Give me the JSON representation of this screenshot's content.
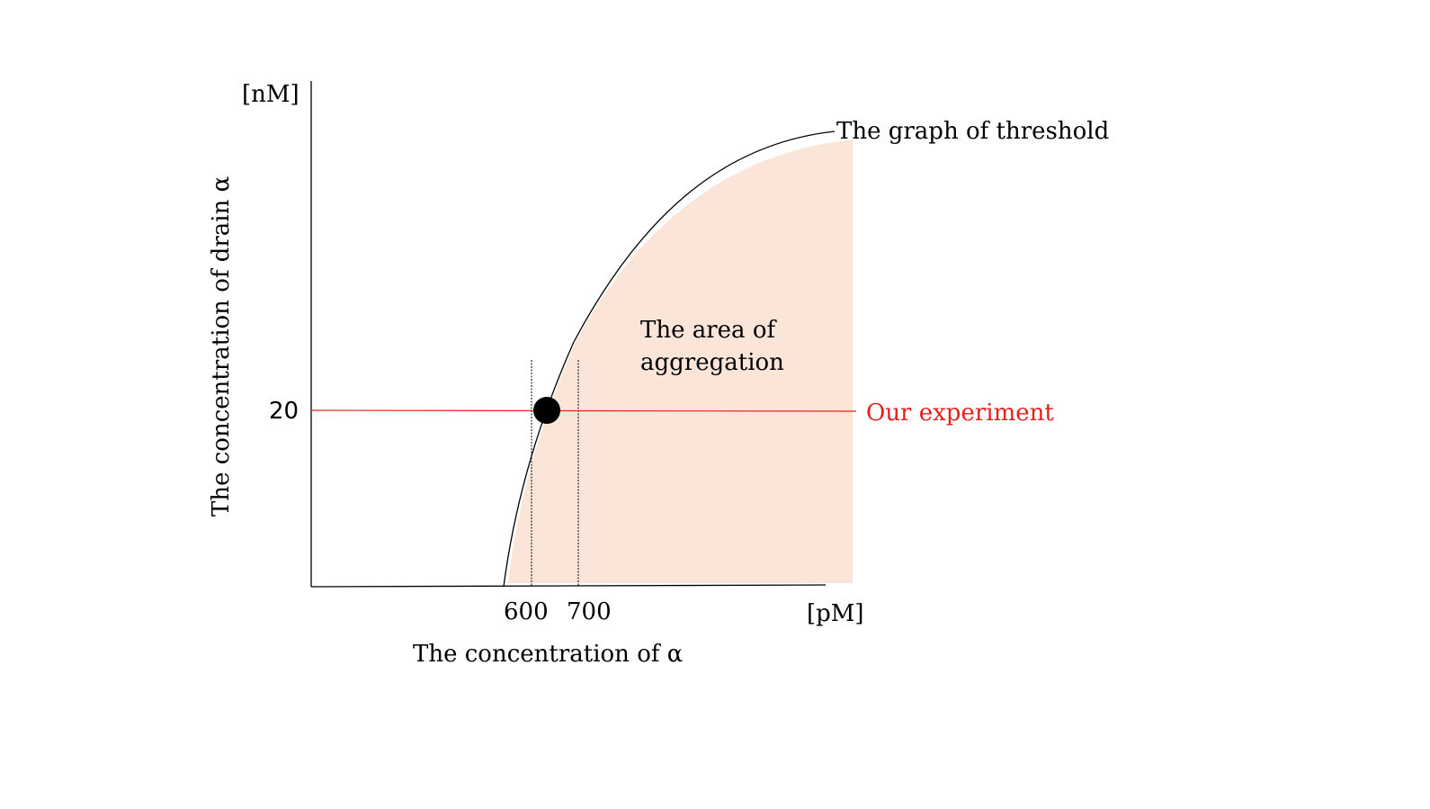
{
  "diagram": {
    "y_axis_unit": "[nM]",
    "x_axis_unit": "[pM]",
    "y_axis_label": "The concentration of drain α",
    "x_axis_label": "The concentration of α",
    "y_tick": "20",
    "x_ticks": [
      "600",
      "700"
    ],
    "curve_label": "The graph of threshold",
    "region_label_line1": "The area of",
    "region_label_line2": "aggregation",
    "experiment_label": "Our experiment",
    "colors": {
      "region_fill": "#fbe5d9",
      "experiment_line": "#e8201c",
      "experiment_text": "#e8201c",
      "axis": "#000000",
      "point": "#000000"
    }
  }
}
